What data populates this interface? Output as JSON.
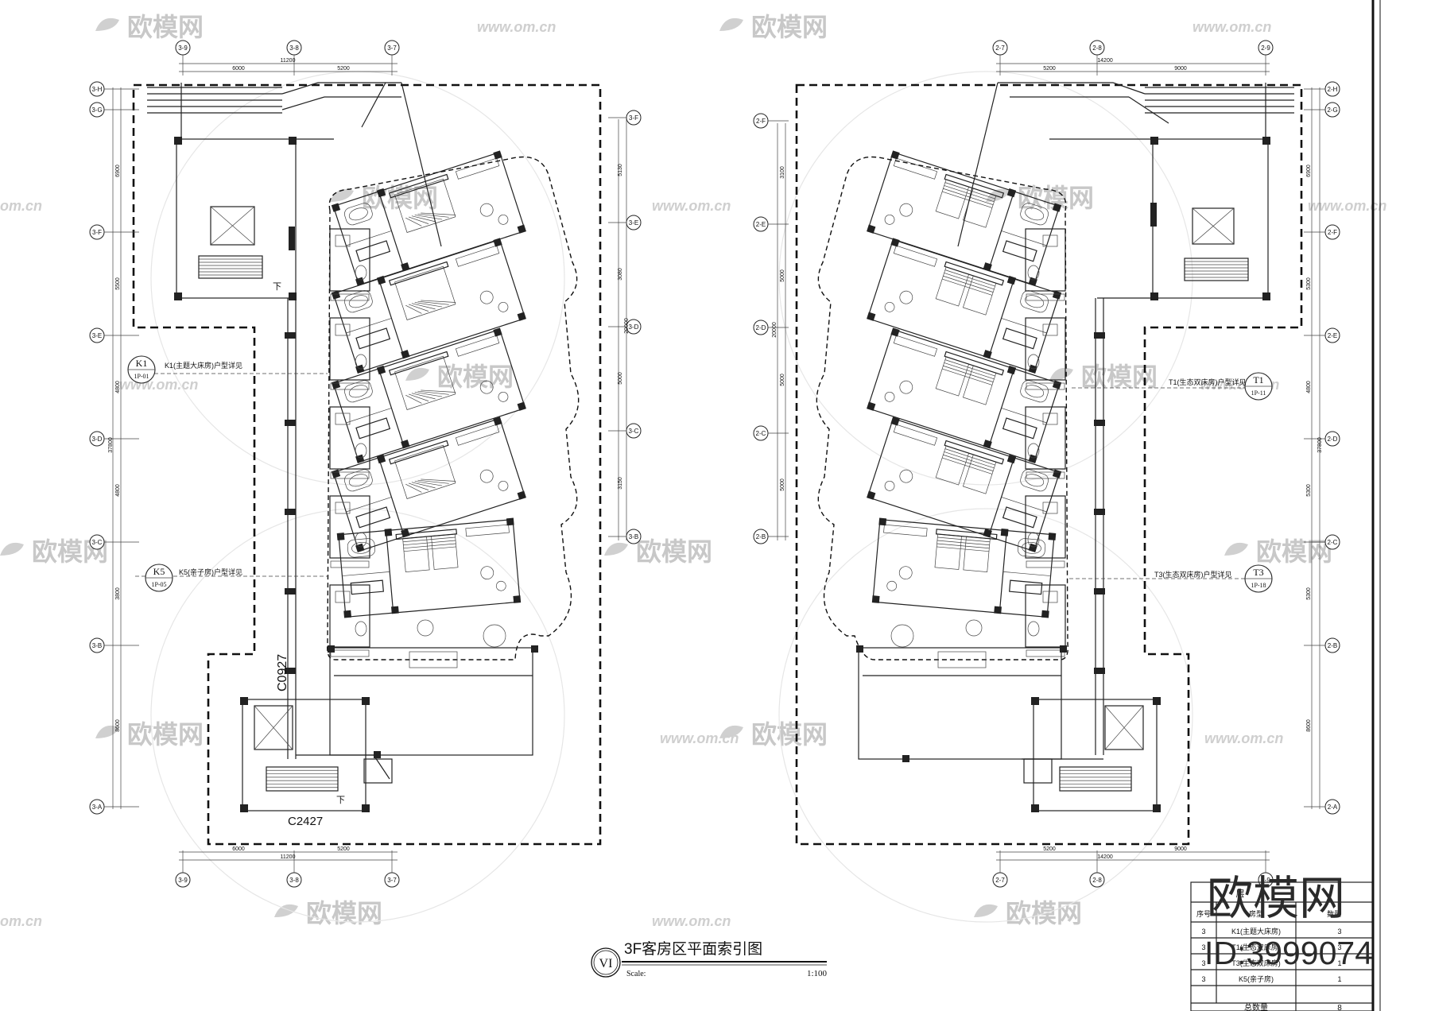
{
  "title": {
    "symbol": "VI",
    "text": "3F客房区平面索引图",
    "scale_label": "Scale:",
    "scale_value": "1:100"
  },
  "left_plan": {
    "top_grid": [
      "3-9",
      "3-8",
      "3-7"
    ],
    "bottom_grid": [
      "3-9",
      "3-8",
      "3-7"
    ],
    "side_grid": [
      "3-H",
      "3-G",
      "3-F",
      "3-E",
      "3-D",
      "3-C",
      "3-B",
      "3-A"
    ],
    "right_grid": [
      "3-F",
      "3-E",
      "3-D",
      "3-C",
      "3-B"
    ],
    "top_dims": [
      "6000",
      "5200"
    ],
    "top_total": "11200",
    "bottom_dims": [
      "6000",
      "5200"
    ],
    "bottom_total": "11200",
    "side_dims": [
      "6900",
      "5500",
      "4800",
      "4800",
      "3800",
      "8600"
    ],
    "side_total": "37800",
    "right_dims": [
      "5130",
      "3080",
      "5000",
      "3150"
    ],
    "right_total": "20000",
    "callouts": [
      {
        "code": "K1",
        "sub": "1P-01",
        "text": "K1(主题大床房)户型详见"
      },
      {
        "code": "K5",
        "sub": "1P-05",
        "text": "K5(亲子房)户型详见"
      }
    ],
    "window_labels": [
      "C0927",
      "C2427"
    ],
    "down_label": "下"
  },
  "right_plan": {
    "top_grid": [
      "2-7",
      "2-8",
      "2-9"
    ],
    "bottom_grid": [
      "2-7",
      "2-8",
      "2-9"
    ],
    "side_grid": [
      "2-H",
      "2-G",
      "2-F",
      "2-E",
      "2-D",
      "2-C",
      "2-B",
      "2-A"
    ],
    "left_grid": [
      "2-F",
      "2-E",
      "2-D",
      "2-C",
      "2-B"
    ],
    "top_dims": [
      "5200",
      "9000"
    ],
    "top_total": "14200",
    "bottom_dims": [
      "5200",
      "9000"
    ],
    "bottom_total": "14200",
    "side_dims": [
      "6900",
      "5300",
      "4800",
      "5300",
      "5300",
      "8600"
    ],
    "side_total": "37800",
    "left_dims": [
      "3100",
      "5000",
      "5000",
      "5000"
    ],
    "left_total": "20000",
    "callouts": [
      {
        "code": "T1",
        "sub": "1P-11",
        "text": "T1(生态双床房)户型详见"
      },
      {
        "code": "T3",
        "sub": "1P-18",
        "text": "T3(生态双床房)户型详见"
      }
    ]
  },
  "table": {
    "header": [
      "序号",
      "房型",
      "数量"
    ],
    "group_label": "层",
    "rows": [
      [
        "3",
        "K1(主题大床房)",
        "3"
      ],
      [
        "3",
        "T1(生态双床房)",
        "3"
      ],
      [
        "3",
        "T3(生态双床房)",
        "1"
      ],
      [
        "3",
        "K5(亲子房)",
        "1"
      ]
    ],
    "total_label": "总数量",
    "total_value": "8"
  },
  "watermark": {
    "brand": "欧模网",
    "url": "www.om.cn",
    "url_short": "om.cn",
    "id_text": "ID:3999074"
  }
}
